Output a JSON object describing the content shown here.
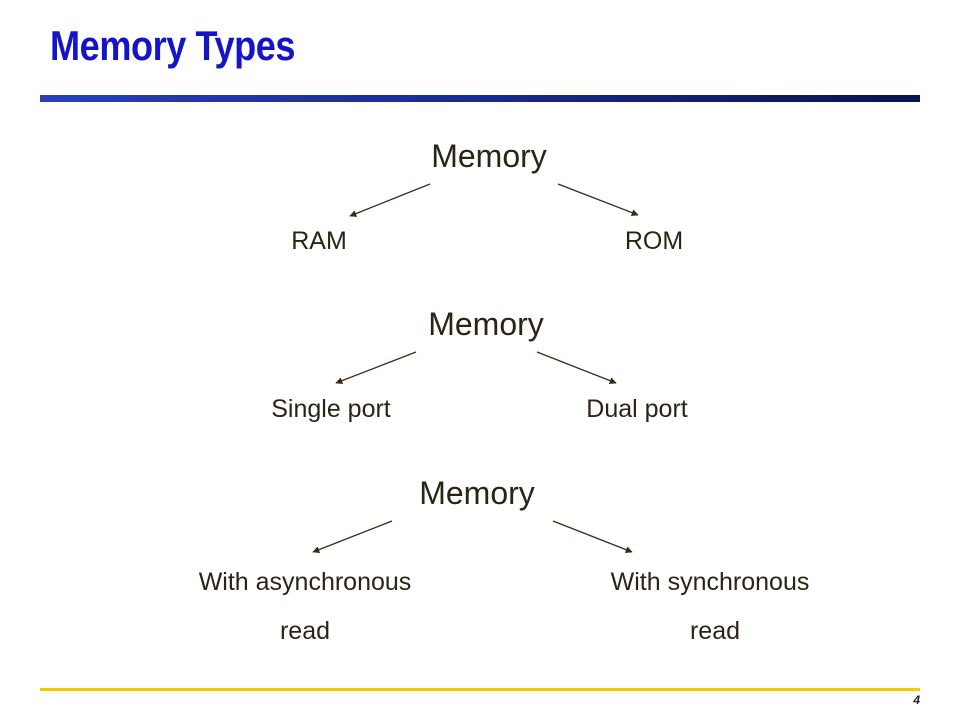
{
  "slide": {
    "title": "Memory Types",
    "page_number": "4"
  },
  "trees": [
    {
      "root": "Memory",
      "left": [
        "RAM"
      ],
      "right": [
        "ROM"
      ]
    },
    {
      "root": "Memory",
      "left": [
        "Single port"
      ],
      "right": [
        "Dual port"
      ]
    },
    {
      "root": "Memory",
      "left": [
        "With asynchronous",
        "read"
      ],
      "right": [
        "With synchronous",
        "read"
      ]
    }
  ],
  "colors": {
    "title": "#1414c8",
    "text": "#2b2414",
    "title_rule": "#1a2a8c",
    "footer_rule": "#f5cc00"
  }
}
